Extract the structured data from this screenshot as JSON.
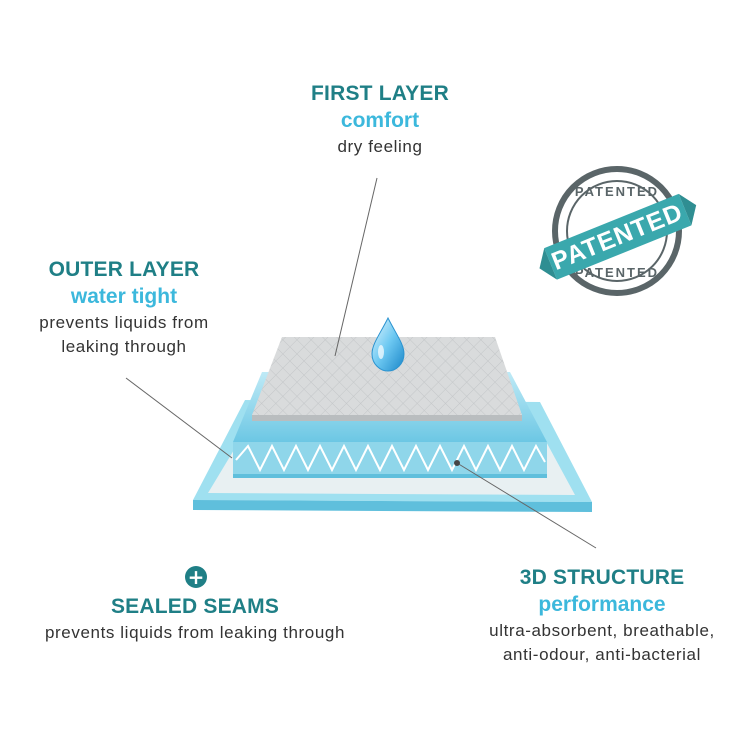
{
  "first_layer": {
    "title": "FIRST LAYER",
    "subtitle": "comfort",
    "desc": "dry feeling"
  },
  "outer_layer": {
    "title": "OUTER LAYER",
    "subtitle": "water tight",
    "desc_line1": "prevents liquids from",
    "desc_line2": "leaking through"
  },
  "structure": {
    "title": "3D STRUCTURE",
    "subtitle": "performance",
    "desc_line1": "ultra-absorbent, breathable,",
    "desc_line2": "anti-odour, anti-bacterial"
  },
  "seams": {
    "icon": "plus-icon",
    "title": "SEALED SEAMS",
    "desc": "prevents liquids from leaking through"
  },
  "stamp": {
    "big": "PATENTED",
    "small_top": "PATENTED",
    "small_bottom": "PATENTED"
  },
  "colors": {
    "teal": "#1f7f86",
    "light_blue": "#3cb8dc",
    "pad_blue": "#8fd6ea",
    "stamp_teal": "#3aa8ad"
  }
}
